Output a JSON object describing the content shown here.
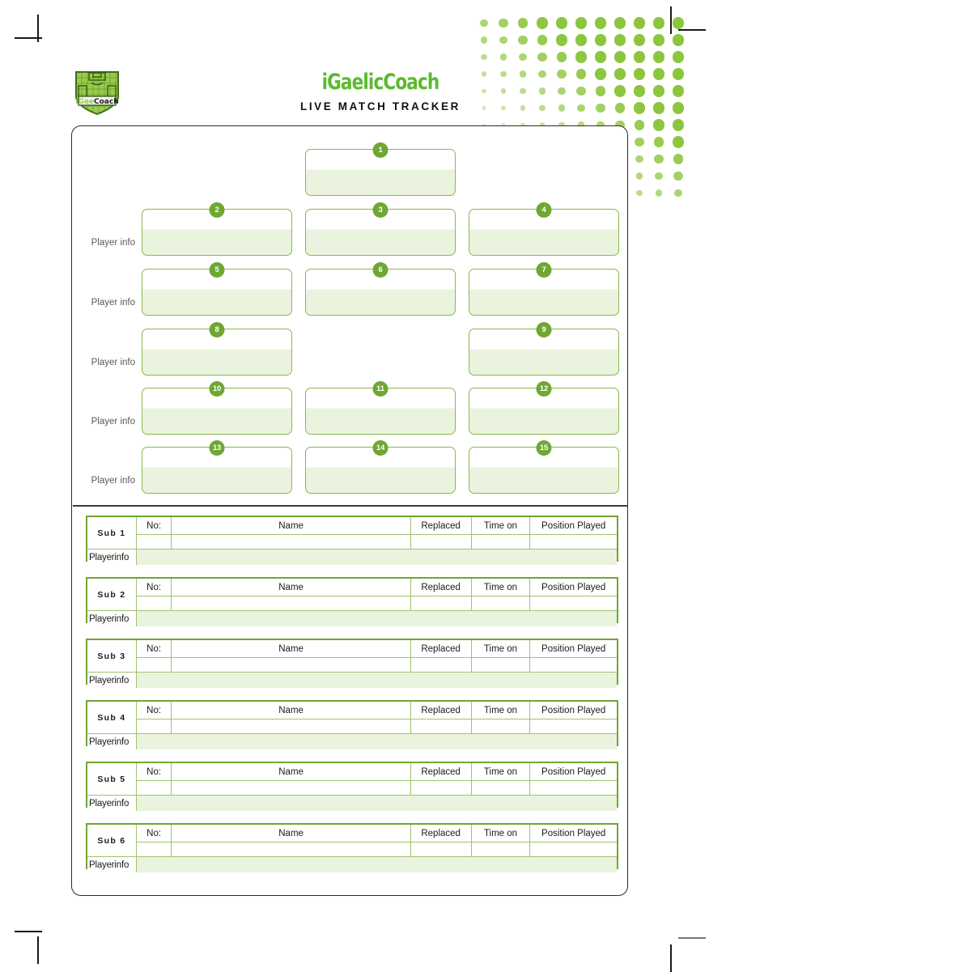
{
  "header": {
    "brand": "iGaelicCoach",
    "subtitle": "LIVE MATCH TRACKER",
    "logo_icon": "gaelic-pitch-shield-logo"
  },
  "colors": {
    "brand_green": "#5aba2f",
    "dot_green": "#8cc63e",
    "card_border": "#8ab84e",
    "card_fill": "#eaf3de",
    "badge_green": "#6fa732",
    "sub_border": "#6fa732",
    "label_grey": "#58595b"
  },
  "pitch": {
    "player_info_label": "Player info",
    "rows": [
      {
        "info_label": "",
        "cards": [
          {
            "number": "1",
            "column": "col2"
          }
        ]
      },
      {
        "info_label": "Player info",
        "cards": [
          {
            "number": "2",
            "column": "col1"
          },
          {
            "number": "3",
            "column": "col2"
          },
          {
            "number": "4",
            "column": "col3"
          }
        ]
      },
      {
        "info_label": "Player info",
        "cards": [
          {
            "number": "5",
            "column": "col1"
          },
          {
            "number": "6",
            "column": "col2"
          },
          {
            "number": "7",
            "column": "col3"
          }
        ]
      },
      {
        "info_label": "Player info",
        "cards": [
          {
            "number": "8",
            "column": "col1"
          },
          {
            "number": "9",
            "column": "col3"
          }
        ]
      },
      {
        "info_label": "Player info",
        "cards": [
          {
            "number": "10",
            "column": "col1"
          },
          {
            "number": "11",
            "column": "col2"
          },
          {
            "number": "12",
            "column": "col3"
          }
        ]
      },
      {
        "info_label": "Player info",
        "cards": [
          {
            "number": "13",
            "column": "col1"
          },
          {
            "number": "14",
            "column": "col2"
          },
          {
            "number": "15",
            "column": "col3"
          }
        ]
      }
    ]
  },
  "substitutes": {
    "columns": [
      "No:",
      "Name",
      "Replaced",
      "Time on",
      "Position Played"
    ],
    "player_info_label": "Playerinfo",
    "rows": [
      {
        "label": "Sub 1",
        "no": "",
        "name": "",
        "replaced": "",
        "time_on": "",
        "position_played": ""
      },
      {
        "label": "Sub 2",
        "no": "",
        "name": "",
        "replaced": "",
        "time_on": "",
        "position_played": ""
      },
      {
        "label": "Sub 3",
        "no": "",
        "name": "",
        "replaced": "",
        "time_on": "",
        "position_played": ""
      },
      {
        "label": "Sub 4",
        "no": "",
        "name": "",
        "replaced": "",
        "time_on": "",
        "position_played": ""
      },
      {
        "label": "Sub 5",
        "no": "",
        "name": "",
        "replaced": "",
        "time_on": "",
        "position_played": ""
      },
      {
        "label": "Sub 6",
        "no": "",
        "name": "",
        "replaced": "",
        "time_on": "",
        "position_played": ""
      }
    ]
  }
}
